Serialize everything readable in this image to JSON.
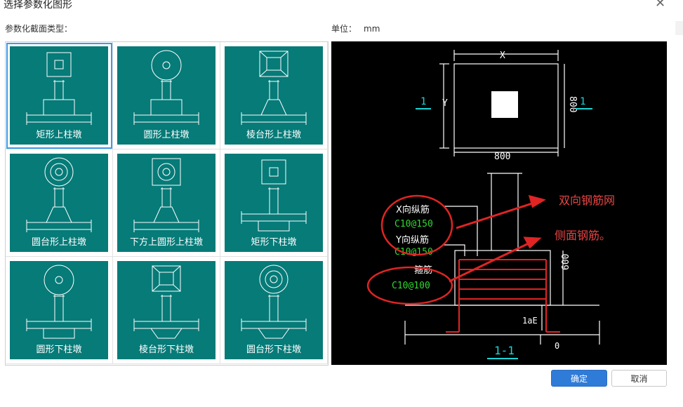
{
  "dialog": {
    "title": "选择参数化图形",
    "close_icon": "close-icon",
    "section_label": "参数化截面类型：",
    "unit_label": "单位：",
    "unit_value": "mm"
  },
  "shapes": [
    {
      "label": "矩形上柱墩",
      "selected": true
    },
    {
      "label": "圆形上柱墩",
      "selected": false
    },
    {
      "label": "棱台形上柱墩",
      "selected": false
    },
    {
      "label": "圆台形上柱墩",
      "selected": false
    },
    {
      "label": "下方上圆形上柱墩",
      "selected": false
    },
    {
      "label": "矩形下柱墩",
      "selected": false
    },
    {
      "label": "圆形下柱墩",
      "selected": false
    },
    {
      "label": "棱台形下柱墩",
      "selected": false
    },
    {
      "label": "圆台形下柱墩",
      "selected": false
    }
  ],
  "preview": {
    "dim_x": "X",
    "dim_y": "Y",
    "dim_width": "800",
    "dim_height": "800",
    "section_mark_left": "1",
    "section_mark_right": "1",
    "x_rebar_label": "X向纵筋",
    "x_rebar_value": "C10@150",
    "y_rebar_label": "Y向纵筋",
    "y_rebar_value": "C10@150",
    "stirrup_label": "箍筋",
    "stirrup_value": "C10@100",
    "depth_value": "600",
    "anchor_label": "1aE",
    "offset_value": "0",
    "section_title": "1-1",
    "annotation_mesh": "双向钢筋网",
    "annotation_side": "侧面钢筋。"
  },
  "buttons": {
    "ok": "确定",
    "cancel": "取消"
  }
}
